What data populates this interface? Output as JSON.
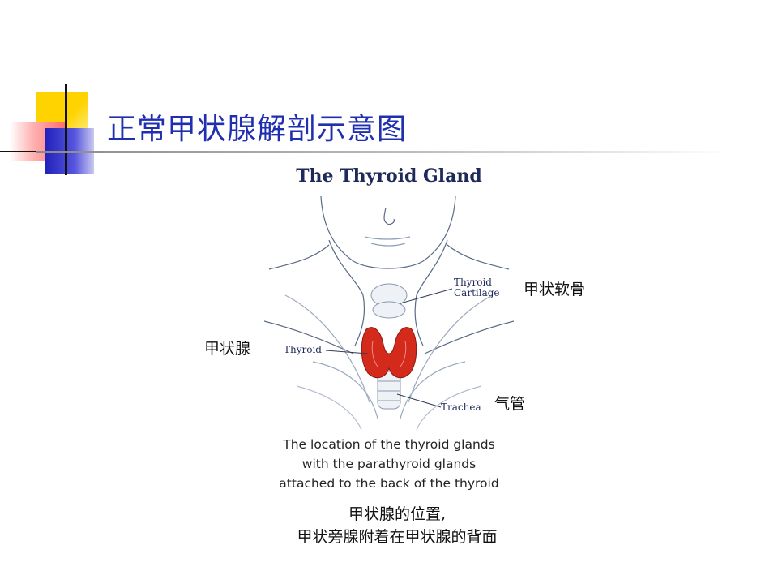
{
  "slide": {
    "title": "正常甲状腺解剖示意图",
    "accent_colors": {
      "yellow": "#ffd300",
      "blue": "#3b3bcc",
      "red": "#ff6b6b",
      "title_blue": "#1f2fb0",
      "gland_red": "#d42a1c"
    }
  },
  "figure": {
    "title": "The Thyroid Gland",
    "labels": {
      "cartilage_line1": "Thyroid",
      "cartilage_line2": "Cartilage",
      "thyroid": "Thyroid",
      "trachea": "Trachea"
    },
    "caption_lines": [
      "The location of the thyroid glands",
      "with the parathyroid glands",
      "attached to the back of the thyroid"
    ]
  },
  "annotations": {
    "cartilage_zh": "甲状软骨",
    "thyroid_zh": "甲状腺",
    "trachea_zh": "气管"
  },
  "bottom_caption": [
    "甲状腺的位置,",
    "甲状旁腺附着在甲状腺的背面"
  ]
}
